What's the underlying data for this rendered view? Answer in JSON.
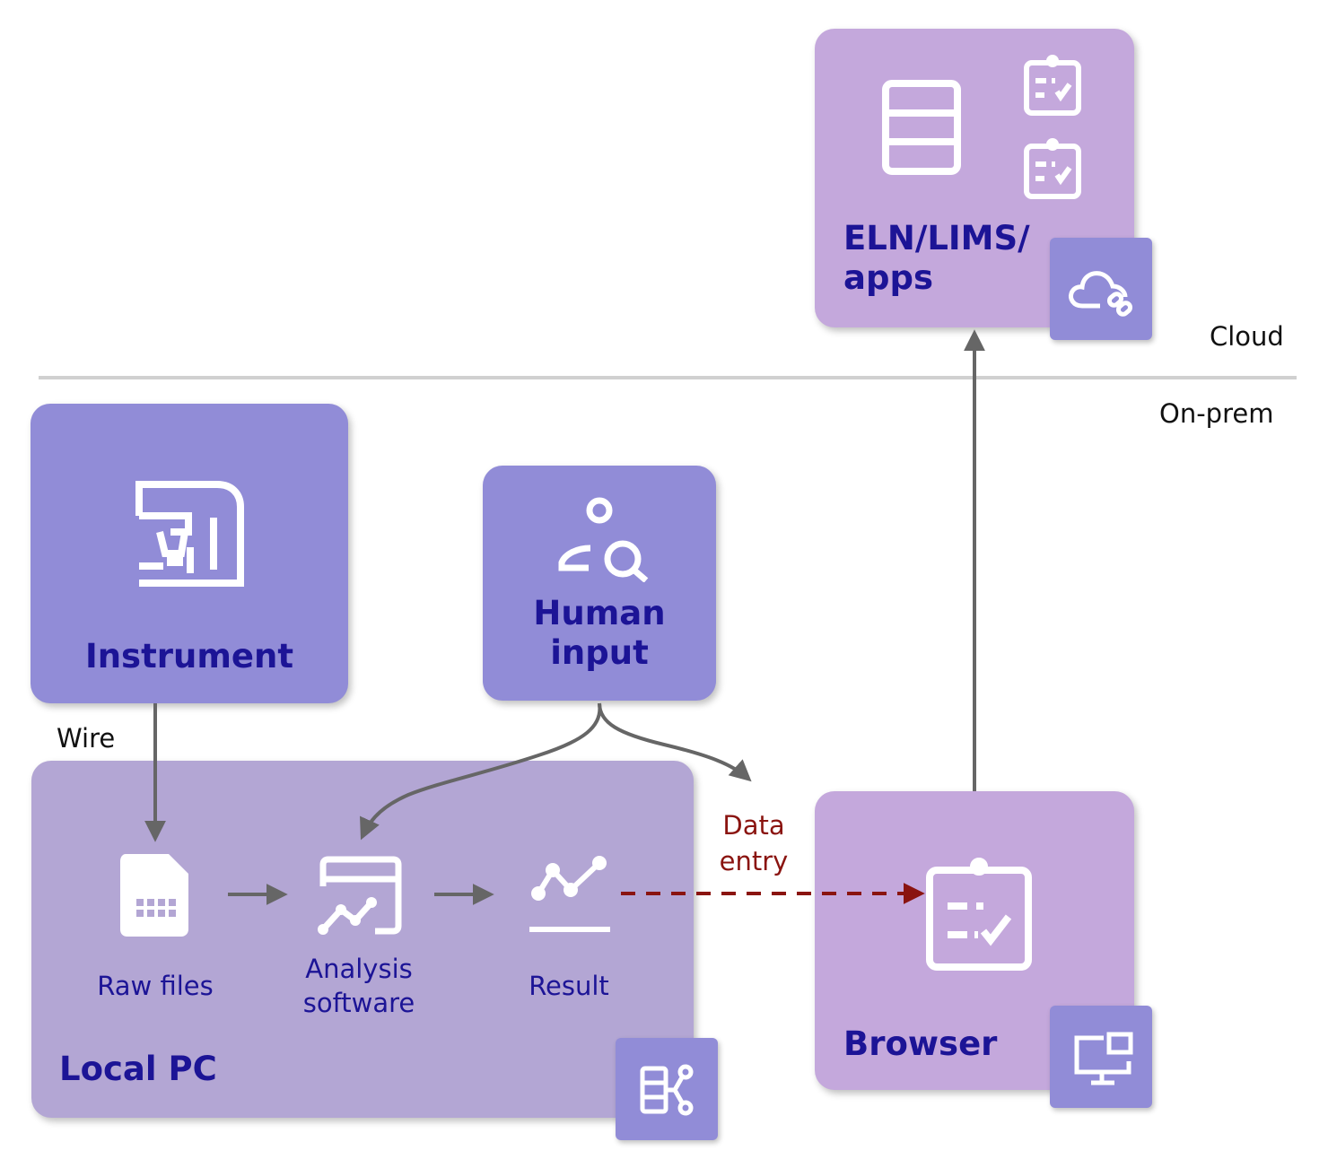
{
  "zones": {
    "cloud": "Cloud",
    "onprem": "On-prem"
  },
  "nodes": {
    "instrument": "Instrument",
    "human_input": {
      "line1": "Human",
      "line2": "input"
    },
    "local_pc": "Local PC",
    "raw_files": "Raw files",
    "analysis_software": {
      "line1": "Analysis",
      "line2": "software"
    },
    "result": "Result",
    "browser": "Browser",
    "eln": {
      "line1": "ELN/LIMS/",
      "line2": "apps"
    }
  },
  "edges": {
    "wire": "Wire",
    "data_entry": {
      "line1": "Data",
      "line2": "entry"
    }
  },
  "icons": [
    "instrument-icon",
    "human-search-icon",
    "raw-file-icon",
    "analysis-chart-icon",
    "result-line-chart-icon",
    "clipboard-icon",
    "database-icon",
    "cloud-link-icon",
    "desktop-icon",
    "server-network-icon"
  ],
  "colors": {
    "box_blue": "#918cd7",
    "box_lilac": "#c4a8dc",
    "local_pc": "#b3a6d4",
    "label_navy": "#1c1496",
    "data_entry_red": "#8a1410",
    "arrow_gray": "#666666"
  }
}
